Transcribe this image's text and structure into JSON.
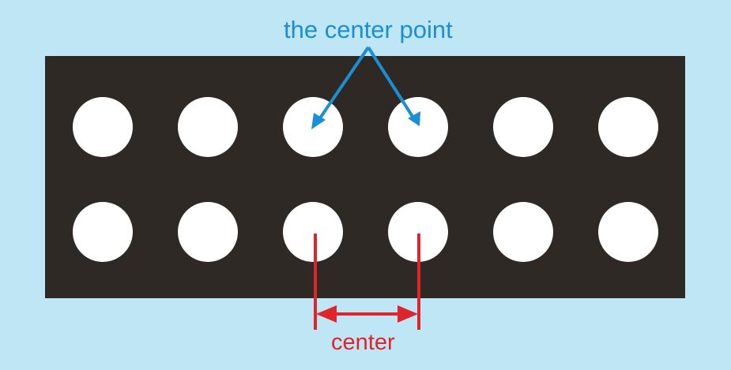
{
  "colors": {
    "background": "#bfe6f5",
    "plate": "#2e2925",
    "hole": "#ffffff",
    "callout": "#1a8fd6",
    "dimension": "#e0242b"
  },
  "plate": {
    "rows": 2,
    "columns": 6
  },
  "annotations": {
    "center_point": "the center point",
    "center_distance": "center"
  }
}
